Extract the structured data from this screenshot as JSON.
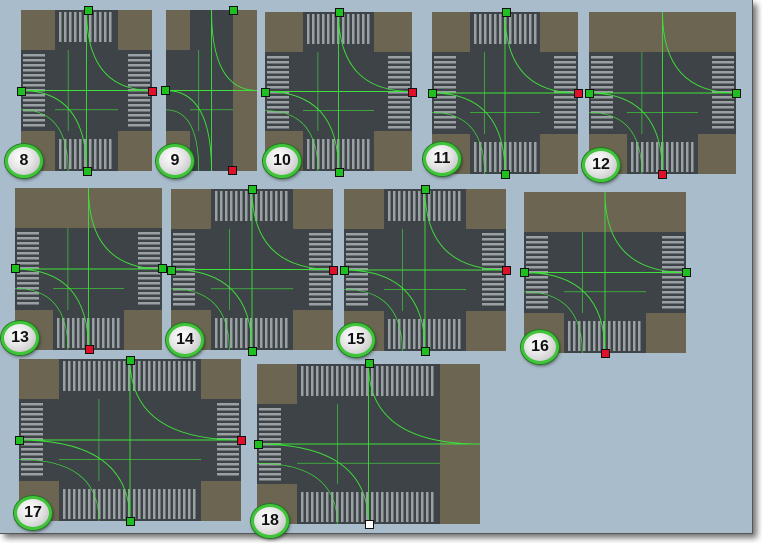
{
  "tiles": [
    {
      "id": "8",
      "label": "8",
      "corners": [
        "tl",
        "tr",
        "bl",
        "br"
      ],
      "cross": [
        "n",
        "s",
        "e",
        "w"
      ]
    },
    {
      "id": "9",
      "label": "9",
      "corners": [
        "tl",
        "bl"
      ],
      "cross": []
    },
    {
      "id": "10",
      "label": "10",
      "corners": [
        "tl",
        "tr",
        "bl",
        "br"
      ],
      "cross": [
        "n",
        "s",
        "e",
        "w"
      ]
    },
    {
      "id": "11",
      "label": "11",
      "corners": [
        "tl",
        "tr",
        "bl",
        "br"
      ],
      "cross": [
        "n",
        "s",
        "e",
        "w"
      ]
    },
    {
      "id": "12",
      "label": "12",
      "corners": [
        "bl",
        "br"
      ],
      "cross": [
        "s",
        "e",
        "w"
      ]
    },
    {
      "id": "13",
      "label": "13",
      "corners": [
        "bl",
        "br"
      ],
      "cross": [
        "s",
        "e",
        "w"
      ]
    },
    {
      "id": "14",
      "label": "14",
      "corners": [
        "tl",
        "tr",
        "bl",
        "br"
      ],
      "cross": [
        "n",
        "s",
        "e",
        "w"
      ]
    },
    {
      "id": "15",
      "label": "15",
      "corners": [
        "tl",
        "tr",
        "bl",
        "br"
      ],
      "cross": [
        "n",
        "s",
        "e",
        "w"
      ]
    },
    {
      "id": "16",
      "label": "16",
      "corners": [
        "bl",
        "br"
      ],
      "cross": [
        "s",
        "e",
        "w"
      ]
    },
    {
      "id": "17",
      "label": "17",
      "corners": [
        "tl",
        "tr",
        "bl",
        "br"
      ],
      "cross": [
        "n",
        "s",
        "e",
        "w"
      ]
    },
    {
      "id": "18",
      "label": "18",
      "corners": [
        "tl",
        "bl"
      ],
      "cross": [
        "n",
        "s",
        "w"
      ]
    }
  ],
  "colors": {
    "background": "#a9bccb",
    "road": "#3d4347",
    "sidewalk": "#6b6552",
    "crosswalk": "#9aa1a4",
    "lane_line": "#3fe03a",
    "connector_in": "#1fbf1f",
    "connector_out": "#e0102a",
    "connector_none": "#ffffff",
    "badge_ring": "#3fc43a"
  }
}
